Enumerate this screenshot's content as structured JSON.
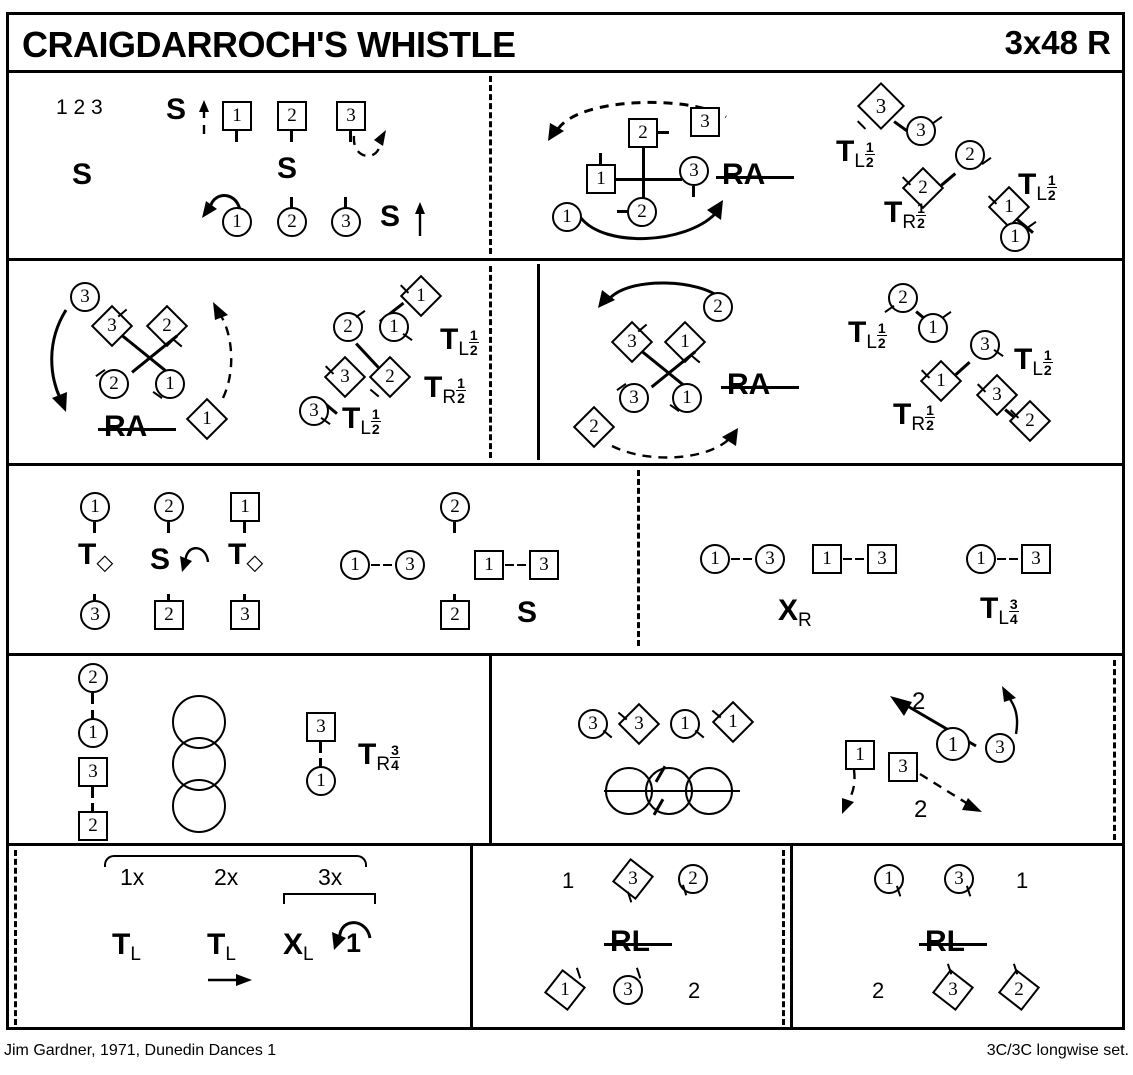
{
  "header": {
    "title": "CRAIGDARROCH'S WHISTLE",
    "meter": "3x48 R"
  },
  "footer": {
    "left": "Jim Gardner, 1971, Dunedin Dances 1",
    "right": "3C/3C longwise set."
  },
  "rows": [
    {
      "name": "bars-1-8",
      "cells": [
        {
          "name": "cell-set-advance",
          "counter": "1 2 3",
          "tokens": [
            "1",
            "2",
            "3",
            "1",
            "2",
            "3"
          ],
          "moves": [
            "S",
            "S",
            "S",
            "S"
          ]
        },
        {
          "name": "cell-right-hands-across",
          "tokens": [
            "2",
            "3",
            "1",
            "3",
            "2",
            "1"
          ],
          "moves": [
            "RA"
          ]
        },
        {
          "name": "cell-turns-1",
          "tokens": [
            "3",
            "3",
            "2",
            "2",
            "1",
            "1"
          ],
          "moves": [
            "T",
            "T",
            "T"
          ],
          "hands": [
            "L",
            "R",
            "L"
          ],
          "fractions": [
            "1/2",
            "1/2",
            "1/2"
          ]
        }
      ]
    },
    {
      "name": "bars-9-16",
      "cells": [
        {
          "name": "cell-ra-left",
          "tokens": [
            "3",
            "3",
            "2",
            "2",
            "1",
            "1"
          ],
          "moves": [
            "RA"
          ]
        },
        {
          "name": "cell-turns-2",
          "tokens": [
            "1",
            "1",
            "2",
            "2",
            "3",
            "3"
          ],
          "moves": [
            "T",
            "T",
            "T"
          ],
          "hands": [
            "L",
            "R",
            "L"
          ],
          "fractions": [
            "1/2",
            "1/2",
            "1/2"
          ]
        },
        {
          "name": "cell-ra-right",
          "tokens": [
            "2",
            "3",
            "1",
            "3",
            "1",
            "2"
          ],
          "moves": [
            "RA"
          ]
        },
        {
          "name": "cell-turns-3",
          "tokens": [
            "2",
            "1",
            "3",
            "1",
            "3",
            "2"
          ],
          "moves": [
            "T",
            "T",
            "T"
          ],
          "hands": [
            "L",
            "R",
            "L"
          ],
          "fractions": [
            "1/2",
            "1/2",
            "1/2"
          ]
        }
      ]
    },
    {
      "name": "bars-17-32",
      "cells": [
        {
          "name": "cell-turn-set-turn",
          "tokens": [
            "1",
            "2",
            "1",
            "3",
            "2",
            "3"
          ],
          "moves": [
            "T",
            "S",
            "T"
          ]
        },
        {
          "name": "cell-set-lines",
          "tokens": [
            "2",
            "1",
            "3",
            "1",
            "3",
            "2"
          ],
          "moves": [
            "S"
          ]
        },
        {
          "name": "cell-cross-right",
          "tokens": [
            "1",
            "3",
            "1",
            "3"
          ],
          "moves": [
            "X"
          ],
          "hands": [
            "R"
          ]
        },
        {
          "name": "cell-turn-left-three-quarters",
          "tokens": [
            "1",
            "3"
          ],
          "moves": [
            "T"
          ],
          "hands": [
            "L"
          ],
          "fractions": [
            "3/4"
          ]
        }
      ]
    },
    {
      "name": "bars-33-40",
      "cells": [
        {
          "name": "cell-column-and-chain",
          "tokens": [
            "2",
            "1",
            "3",
            "2",
            "3",
            "1"
          ],
          "moves": [
            "T"
          ],
          "hands": [
            "R"
          ],
          "fractions": [
            "3/4"
          ]
        },
        {
          "name": "cell-reel-of-three",
          "tokens": [
            "3",
            "3",
            "1",
            "1"
          ]
        },
        {
          "name": "cell-arrows-two",
          "tokens": [
            "1",
            "1",
            "3",
            "3"
          ],
          "labels": [
            "2",
            "2"
          ]
        }
      ]
    },
    {
      "name": "bars-41-48",
      "cells": [
        {
          "name": "cell-repeat-counts",
          "counts": [
            "1x",
            "2x",
            "3x"
          ],
          "moves": [
            "T",
            "T",
            "X"
          ],
          "hands": [
            "L",
            "L",
            "L"
          ],
          "spin_label": "1"
        },
        {
          "name": "cell-rl-middle",
          "tokens": [
            "3",
            "2",
            "1",
            "3"
          ],
          "labels": [
            "1",
            "2"
          ],
          "moves": [
            "RL"
          ]
        },
        {
          "name": "cell-rl-right",
          "tokens": [
            "1",
            "3",
            "3",
            "2"
          ],
          "labels": [
            "1",
            "2"
          ],
          "moves": [
            "RL"
          ]
        }
      ]
    }
  ]
}
